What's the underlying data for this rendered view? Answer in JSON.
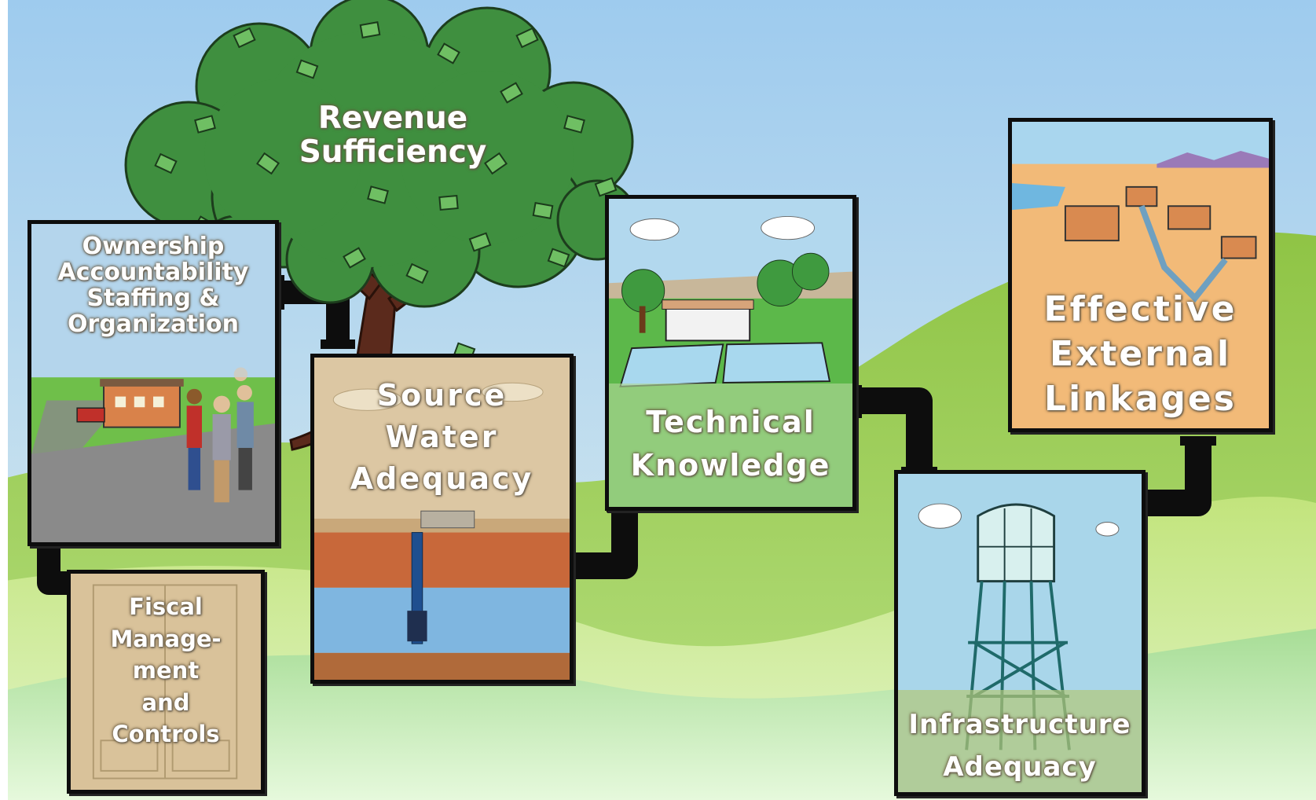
{
  "colors": {
    "sky_top": "#a9d0ef",
    "sky_bottom": "#d6e9f1",
    "hill_dark": "#7fb636",
    "hill_light": "#bfe27a",
    "hill_pale": "#d8f0b6",
    "pipe": "#0d0d0d",
    "tree_leaf": "#3e8e3e",
    "tree_trunk": "#5a2a1a"
  },
  "tree": {
    "label": "Revenue\nSufficiency"
  },
  "panels": {
    "ownership": {
      "label": "Ownership\nAccountability\nStaffing &\nOrganization"
    },
    "fiscal": {
      "label": "Fiscal\nManage-\nment\nand\nControls"
    },
    "source_water": {
      "label": "Source\nWater\nAdequacy"
    },
    "technical": {
      "label": "Technical\nKnowledge"
    },
    "infrastructure": {
      "label": "Infrastructure\nAdequacy"
    },
    "external": {
      "label": "Effective\nExternal\nLinkages"
    }
  }
}
